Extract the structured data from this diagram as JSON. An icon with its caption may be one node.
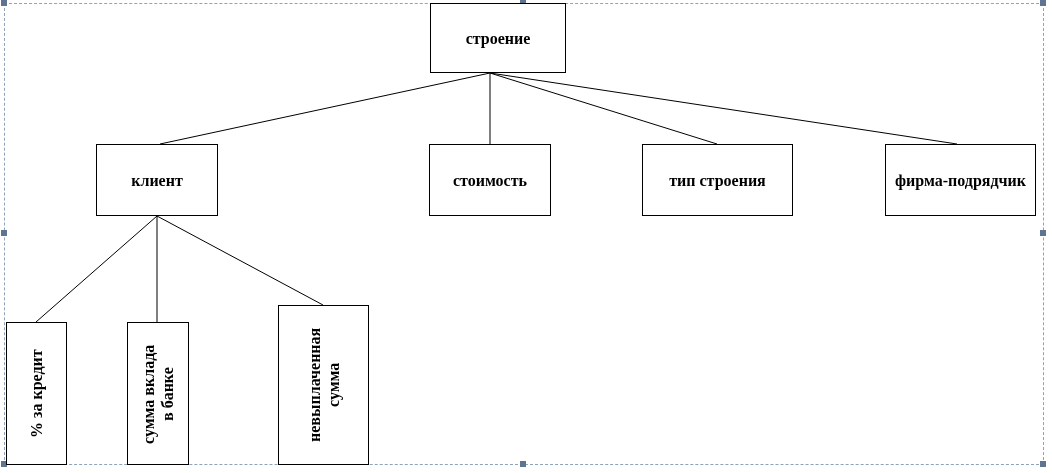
{
  "diagram": {
    "nodes": [
      {
        "text": [
          "строение"
        ]
      },
      {
        "text": [
          "клиент"
        ]
      },
      {
        "text": [
          "стоимость"
        ]
      },
      {
        "text": [
          "тип строения"
        ]
      },
      {
        "text": [
          "фирма-подрядчик"
        ]
      },
      {
        "text": [
          "% за кредит"
        ]
      },
      {
        "text": [
          "сумма вклада в банке"
        ]
      },
      {
        "text": [
          "невыплаченная сумма"
        ]
      }
    ],
    "edges": [
      {
        "from": 0,
        "to": 1,
        "arrow": "none"
      },
      {
        "from": 0,
        "to": 2,
        "arrow": "none"
      },
      {
        "from": 0,
        "to": 3,
        "arrow": "none"
      },
      {
        "from": 0,
        "to": 4,
        "arrow": "none"
      },
      {
        "from": 1,
        "to": 5,
        "arrow": "none"
      },
      {
        "from": 1,
        "to": 6,
        "arrow": "none"
      },
      {
        "from": 1,
        "to": 7,
        "arrow": "none"
      }
    ]
  }
}
